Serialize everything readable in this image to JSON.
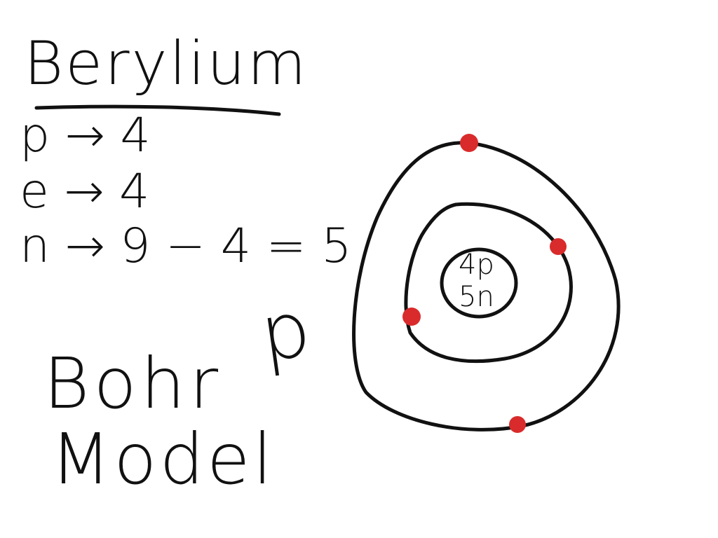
{
  "title": "Berylium",
  "counts": {
    "protons": "p → 4",
    "electrons": "e → 4",
    "neutrons": "n → 9 − 4 = 5"
  },
  "label": {
    "line1": "Bohr",
    "line2": "Model"
  },
  "stray_mark": "p",
  "nucleus": {
    "protons": "4p",
    "neutrons": "5n"
  },
  "colors": {
    "ink": "#111111",
    "electron": "#d92b2b",
    "background": "#ffffff"
  }
}
